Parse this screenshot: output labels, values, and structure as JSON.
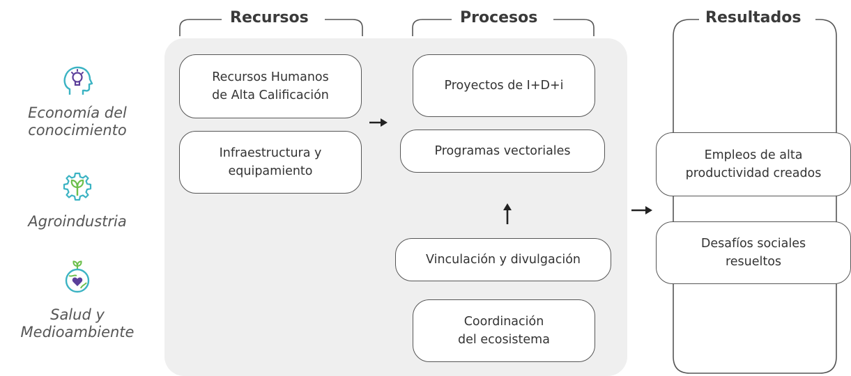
{
  "columns": {
    "recursos": "Recursos",
    "procesos": "Procesos",
    "resultados": "Resultados"
  },
  "sectors": [
    {
      "label": "Economía del\nconocimiento",
      "icon": "head-lightbulb-icon"
    },
    {
      "label": "Agroindustria",
      "icon": "gear-sprout-icon"
    },
    {
      "label": "Salud y\nMedioambiente",
      "icon": "globe-heart-sprout-icon"
    }
  ],
  "recursos": {
    "items": [
      "Recursos Humanos\nde Alta Calificación",
      "Infraestructura y\nequipamiento"
    ]
  },
  "procesos": {
    "items": [
      "Proyectos de I+D+i",
      "Programas vectoriales",
      "Vinculación y divulgación",
      "Coordinación\ndel ecosistema"
    ]
  },
  "resultados": {
    "items": [
      "Empleos de alta\nproductividad creados",
      "Desafíos sociales\nresueltos"
    ]
  },
  "colors": {
    "icon_teal": "#3bb3c3",
    "icon_purple": "#5b3f9a",
    "icon_green": "#6cbf4b",
    "panel": "#efefef",
    "border": "#555555"
  }
}
